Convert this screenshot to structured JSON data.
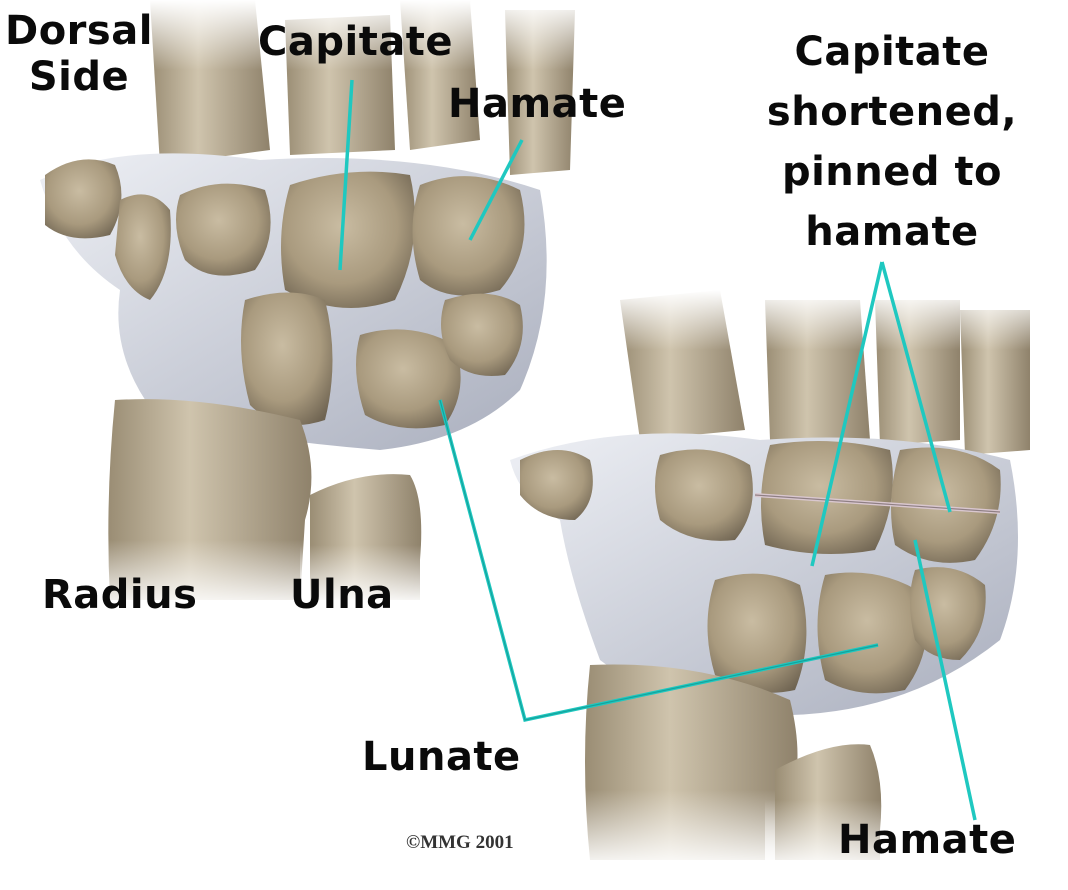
{
  "figure": {
    "description": "Wrist bones illustration: dorsal view before and after capitate shortening",
    "colors": {
      "background": "#ffffff",
      "bone": "#b3a58c",
      "bone_dark": "#6e6350",
      "cartilage": "#d8dce6",
      "leader_line": "#1fc8c0",
      "text": "#0a0a0a"
    }
  },
  "labels": {
    "dorsal_side_line1": "Dorsal",
    "dorsal_side_line2": "Side",
    "capitate": "Capitate",
    "hamate_top": "Hamate",
    "procedure_line1": "Capitate",
    "procedure_line2": "shortened,",
    "procedure_line3": "pinned to",
    "procedure_line4": "hamate",
    "radius": "Radius",
    "ulna": "Ulna",
    "lunate": "Lunate",
    "hamate_bottom": "Hamate",
    "copyright": "©MMG 2001"
  }
}
